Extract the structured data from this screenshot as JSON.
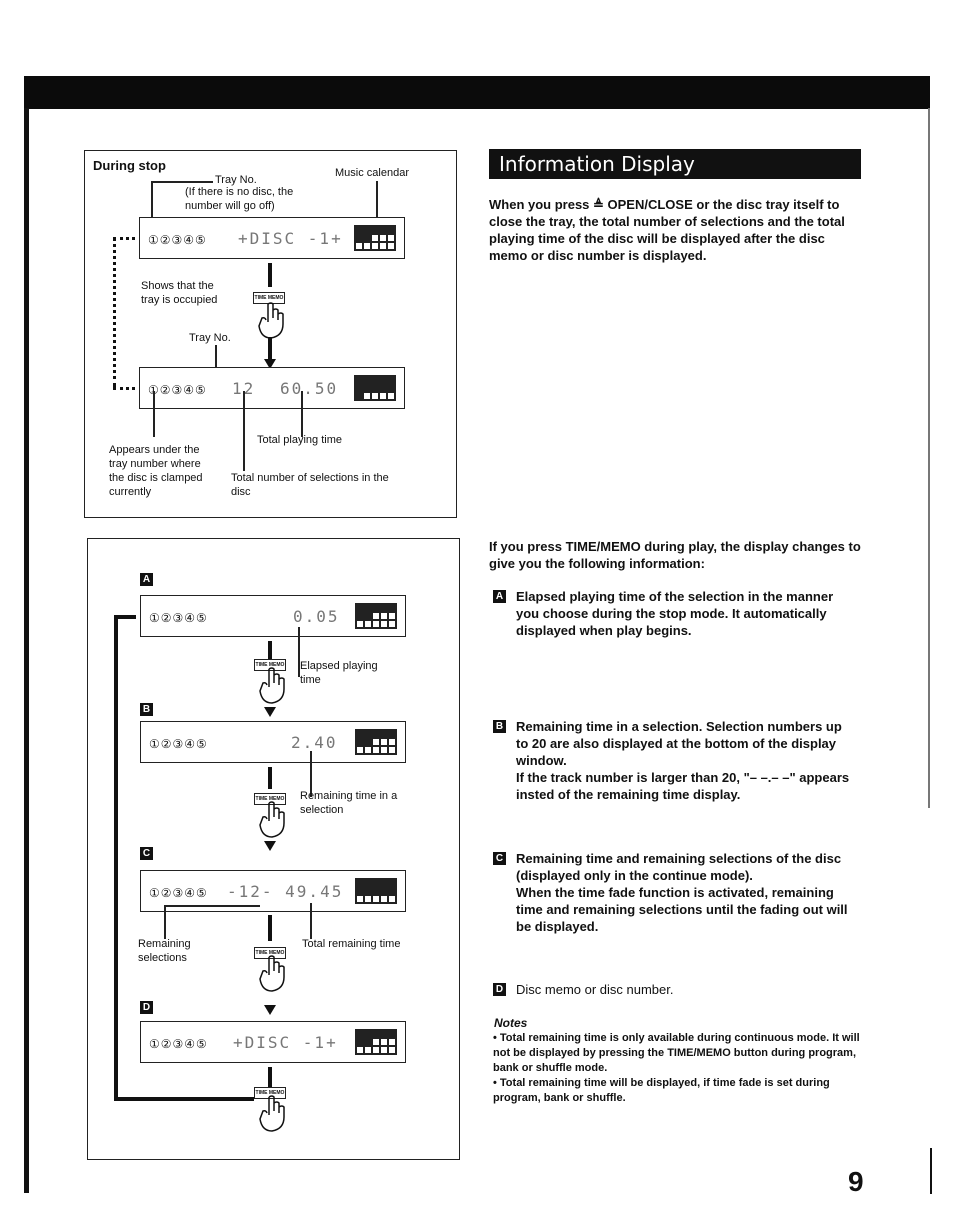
{
  "top": {
    "section_title": "Information Display",
    "page_number": "9"
  },
  "panel1": {
    "heading": "During stop",
    "tray_no_label": "Tray No.",
    "tray_no_note": "(If there is no disc, the number will go off)",
    "music_calendar_label": "Music calendar",
    "display1_text": "+DISC -1+",
    "shows_label": "Shows that the tray is occupied",
    "tray_no_label2": "Tray No.",
    "display2_track": "12",
    "display2_time": "60.50",
    "total_playing_label": "Total playing time",
    "appears_label": "Appears under the tray number where the disc is clamped currently",
    "total_selections_label": "Total number of selections in the disc"
  },
  "panel2": {
    "a_badge": "A",
    "a_display": "0.05",
    "a_caption": "Elapsed playing time",
    "b_badge": "B",
    "b_display": "2.40",
    "b_caption": "Remaining time in a selection",
    "c_badge": "C",
    "c_display": "-12- 49.45",
    "c_caption_left": "Remaining selections",
    "c_caption_right": "Total remaining time",
    "d_badge": "D",
    "d_display": "+DISC -1+"
  },
  "right": {
    "intro": "When you press ≜ OPEN/CLOSE or the disc tray itself to close the tray, the total number of selections and the total playing time of the disc will be displayed after the disc memo or disc number is displayed.",
    "during_play": "If you press TIME/MEMO during play, the display changes to give you the following information:",
    "item_a": "Elapsed playing time of the selection in the manner you choose during the stop mode. It automatically displayed when play begins.",
    "item_b_1": "Remaining time in a selection. Selection numbers up to 20 are also displayed at the bottom of the display window.",
    "item_b_2": "If the track number is larger than 20, \"– –.– –\" appears insted of the remaining time display.",
    "item_c_1": "Remaining time and remaining selections of the disc (displayed only in the continue mode).",
    "item_c_2": "When the time fade function is activated, remaining time and remaining selections until the fading out will be displayed.",
    "item_d": "Disc memo or disc number.",
    "notes_title": "Notes",
    "note_1": "• Total remaining time is only available during continuous mode. It will not be displayed by pressing the TIME/MEMO button during program, bank or shuffle mode.",
    "note_2": "• Total remaining time will be displayed, if time fade is set during program, bank or shuffle."
  },
  "display_common": {
    "circles": "①②③④⑤",
    "button_label": "TIME MEMO"
  }
}
